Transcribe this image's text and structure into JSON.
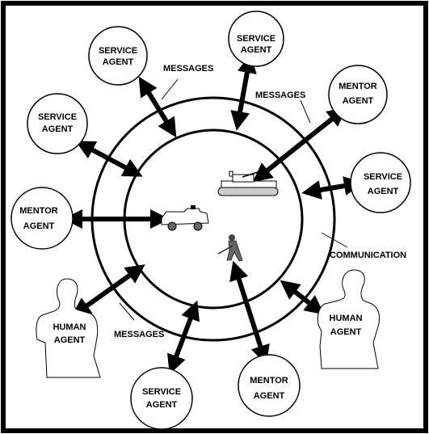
{
  "diagram": {
    "agents": [
      {
        "id": "service-1",
        "line1": "SERVICE",
        "line2": "AGENT"
      },
      {
        "id": "service-2",
        "line1": "SERVICE",
        "line2": "AGENT"
      },
      {
        "id": "mentor-1",
        "line1": "MENTOR",
        "line2": "AGENT"
      },
      {
        "id": "service-3",
        "line1": "SERVICE",
        "line2": "AGENT"
      },
      {
        "id": "service-4",
        "line1": "SERVICE",
        "line2": "AGENT"
      },
      {
        "id": "mentor-2",
        "line1": "MENTOR",
        "line2": "AGENT"
      },
      {
        "id": "service-5",
        "line1": "SERVICE",
        "line2": "AGENT"
      },
      {
        "id": "mentor-3",
        "line1": "MENTOR",
        "line2": "AGENT"
      }
    ],
    "humans": [
      {
        "id": "human-left",
        "line1": "HUMAN",
        "line2": "AGENT"
      },
      {
        "id": "human-right",
        "line1": "HUMAN",
        "line2": "AGENT"
      }
    ],
    "labels": {
      "messages_top": "MESSAGES",
      "messages_right": "MESSAGES",
      "messages_bottom": "MESSAGES",
      "communication": "COMMUNICATION"
    }
  }
}
